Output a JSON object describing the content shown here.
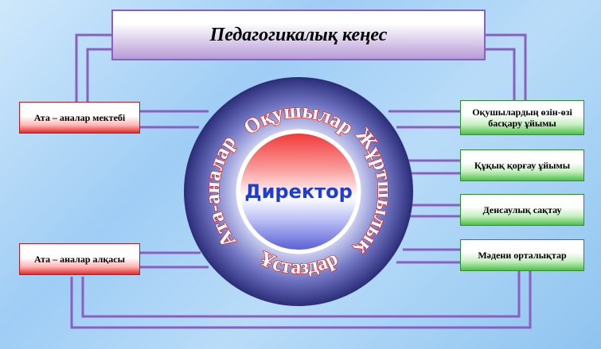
{
  "title": "Педагогикалық кеңес",
  "center": "Директор",
  "ring": {
    "top": "Оқушылар",
    "right": "Жұртшылық",
    "bottom": "Ұстаздар",
    "left": "Ата-аналар"
  },
  "left_boxes": [
    "Ата – аналар мектебі",
    "Ата – аналар алқасы"
  ],
  "right_boxes": [
    "Оқушылардың өзін-өзі басқару ұйымы",
    "Құқық қорғау ұйымы",
    "Денсаулық сақтау",
    "Мәдени орталықтар"
  ],
  "colors": {
    "connector": "#8a5fc0",
    "ring": "#3a3c8c",
    "left_box": "#e22b2b",
    "right_box": "#4fc14a",
    "center_text": "#1c3fd0"
  }
}
